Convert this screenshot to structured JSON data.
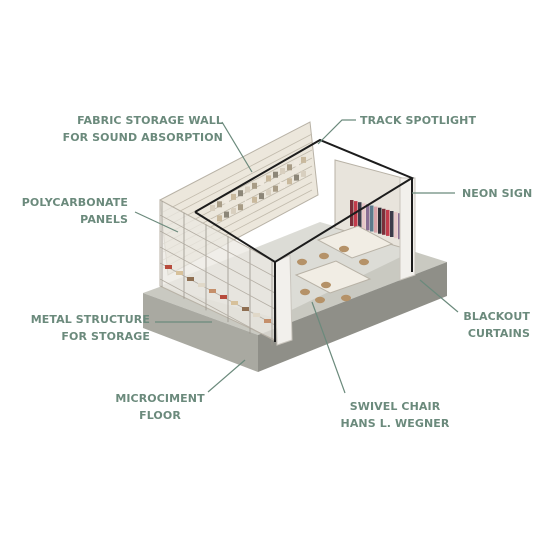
{
  "colors": {
    "label_text": "#6b8a7c",
    "leader_line": "#6b8a7c",
    "platform_top": "#c9c9c1",
    "platform_side": "#a9a9a1",
    "platform_front": "#8f8f88",
    "room_floor": "#dcdcd6",
    "frame": "#1c1c1c",
    "shelf": "#ece7dc",
    "curtain": "#f2f0ec",
    "table": "#f1ede4",
    "chair_wood": "#b59268",
    "neon": "#e4574d"
  },
  "labels": {
    "fabric_storage": [
      "FABRIC STORAGE WALL",
      "FOR SOUND ABSORPTION"
    ],
    "track_spotlight": [
      "TRACK SPOTLIGHT"
    ],
    "polycarbonate": [
      "POLYCARBONATE",
      "PANELS"
    ],
    "neon_sign": [
      "NEON SIGN"
    ],
    "metal_structure": [
      "METAL STRUCTURE",
      "FOR STORAGE"
    ],
    "blackout": [
      "BLACKOUT",
      "CURTAINS"
    ],
    "microciment": [
      "MICROCIMENT",
      "FLOOR"
    ],
    "swivel_chair": [
      "SWIVEL CHAIR",
      "HANS L. WEGNER"
    ]
  }
}
